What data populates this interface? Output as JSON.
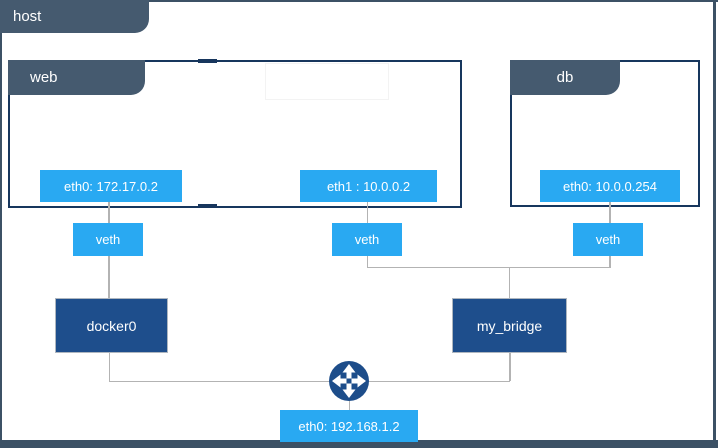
{
  "host": {
    "label": "host",
    "interface": {
      "label": "eth0: 192.168.1.2"
    }
  },
  "containers": [
    {
      "label": "web",
      "interfaces": [
        "eth0: 172.17.0.2",
        "eth1 : 10.0.0.2"
      ]
    },
    {
      "label": "db",
      "interfaces": [
        "eth0: 10.0.0.254"
      ]
    }
  ],
  "veth_labels": [
    "veth",
    "veth",
    "veth"
  ],
  "bridges": [
    {
      "label": "docker0"
    },
    {
      "label": "my_bridge"
    }
  ],
  "icons": {
    "router": "four-way-arrows-router-icon"
  },
  "colors": {
    "accent_blue": "#29A9F2",
    "bridge_navy": "#1E4E8C",
    "container_border": "#17365D",
    "tab_slate": "#455A6F",
    "frame_slate": "#3C5165",
    "connector_gray": "#B3B3B3"
  }
}
